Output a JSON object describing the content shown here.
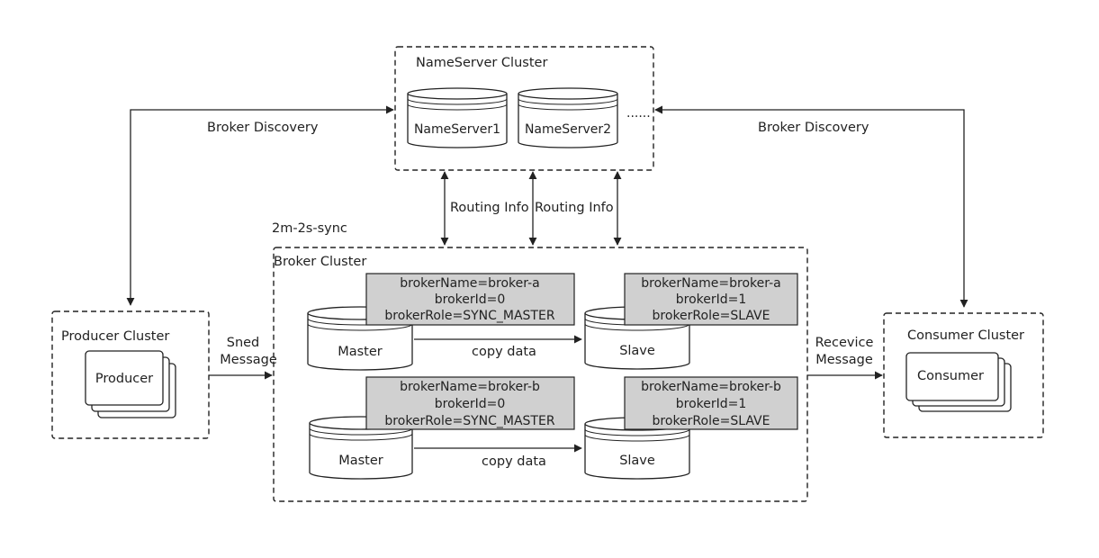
{
  "nameserver_cluster": {
    "title": "NameServer Cluster",
    "servers": [
      "NameServer1",
      "NameServer2"
    ],
    "more": "......"
  },
  "discovery": {
    "left": "Broker Discovery",
    "right": "Broker Discovery"
  },
  "routing": {
    "left": "Routing Info",
    "right": "Routing Info"
  },
  "mode_label": "2m-2s-sync",
  "broker_cluster": {
    "title": "Broker Cluster",
    "pairs": [
      {
        "master": {
          "label": "Master",
          "info": [
            "brokerName=broker-a",
            "brokerId=0",
            "brokerRole=SYNC_MASTER"
          ]
        },
        "slave": {
          "label": "Slave",
          "info": [
            "brokerName=broker-a",
            "brokerId=1",
            "brokerRole=SLAVE"
          ]
        },
        "copy_label": "copy data"
      },
      {
        "master": {
          "label": "Master",
          "info": [
            "brokerName=broker-b",
            "brokerId=0",
            "brokerRole=SYNC_MASTER"
          ]
        },
        "slave": {
          "label": "Slave",
          "info": [
            "brokerName=broker-b",
            "brokerId=1",
            "brokerRole=SLAVE"
          ]
        },
        "copy_label": "copy data"
      }
    ]
  },
  "producer_cluster": {
    "title": "Producer Cluster",
    "node": "Producer"
  },
  "consumer_cluster": {
    "title": "Consumer Cluster",
    "node": "Consumer"
  },
  "send_label": [
    "Sned",
    "Message"
  ],
  "receive_label": [
    "Recevice",
    "Message"
  ]
}
